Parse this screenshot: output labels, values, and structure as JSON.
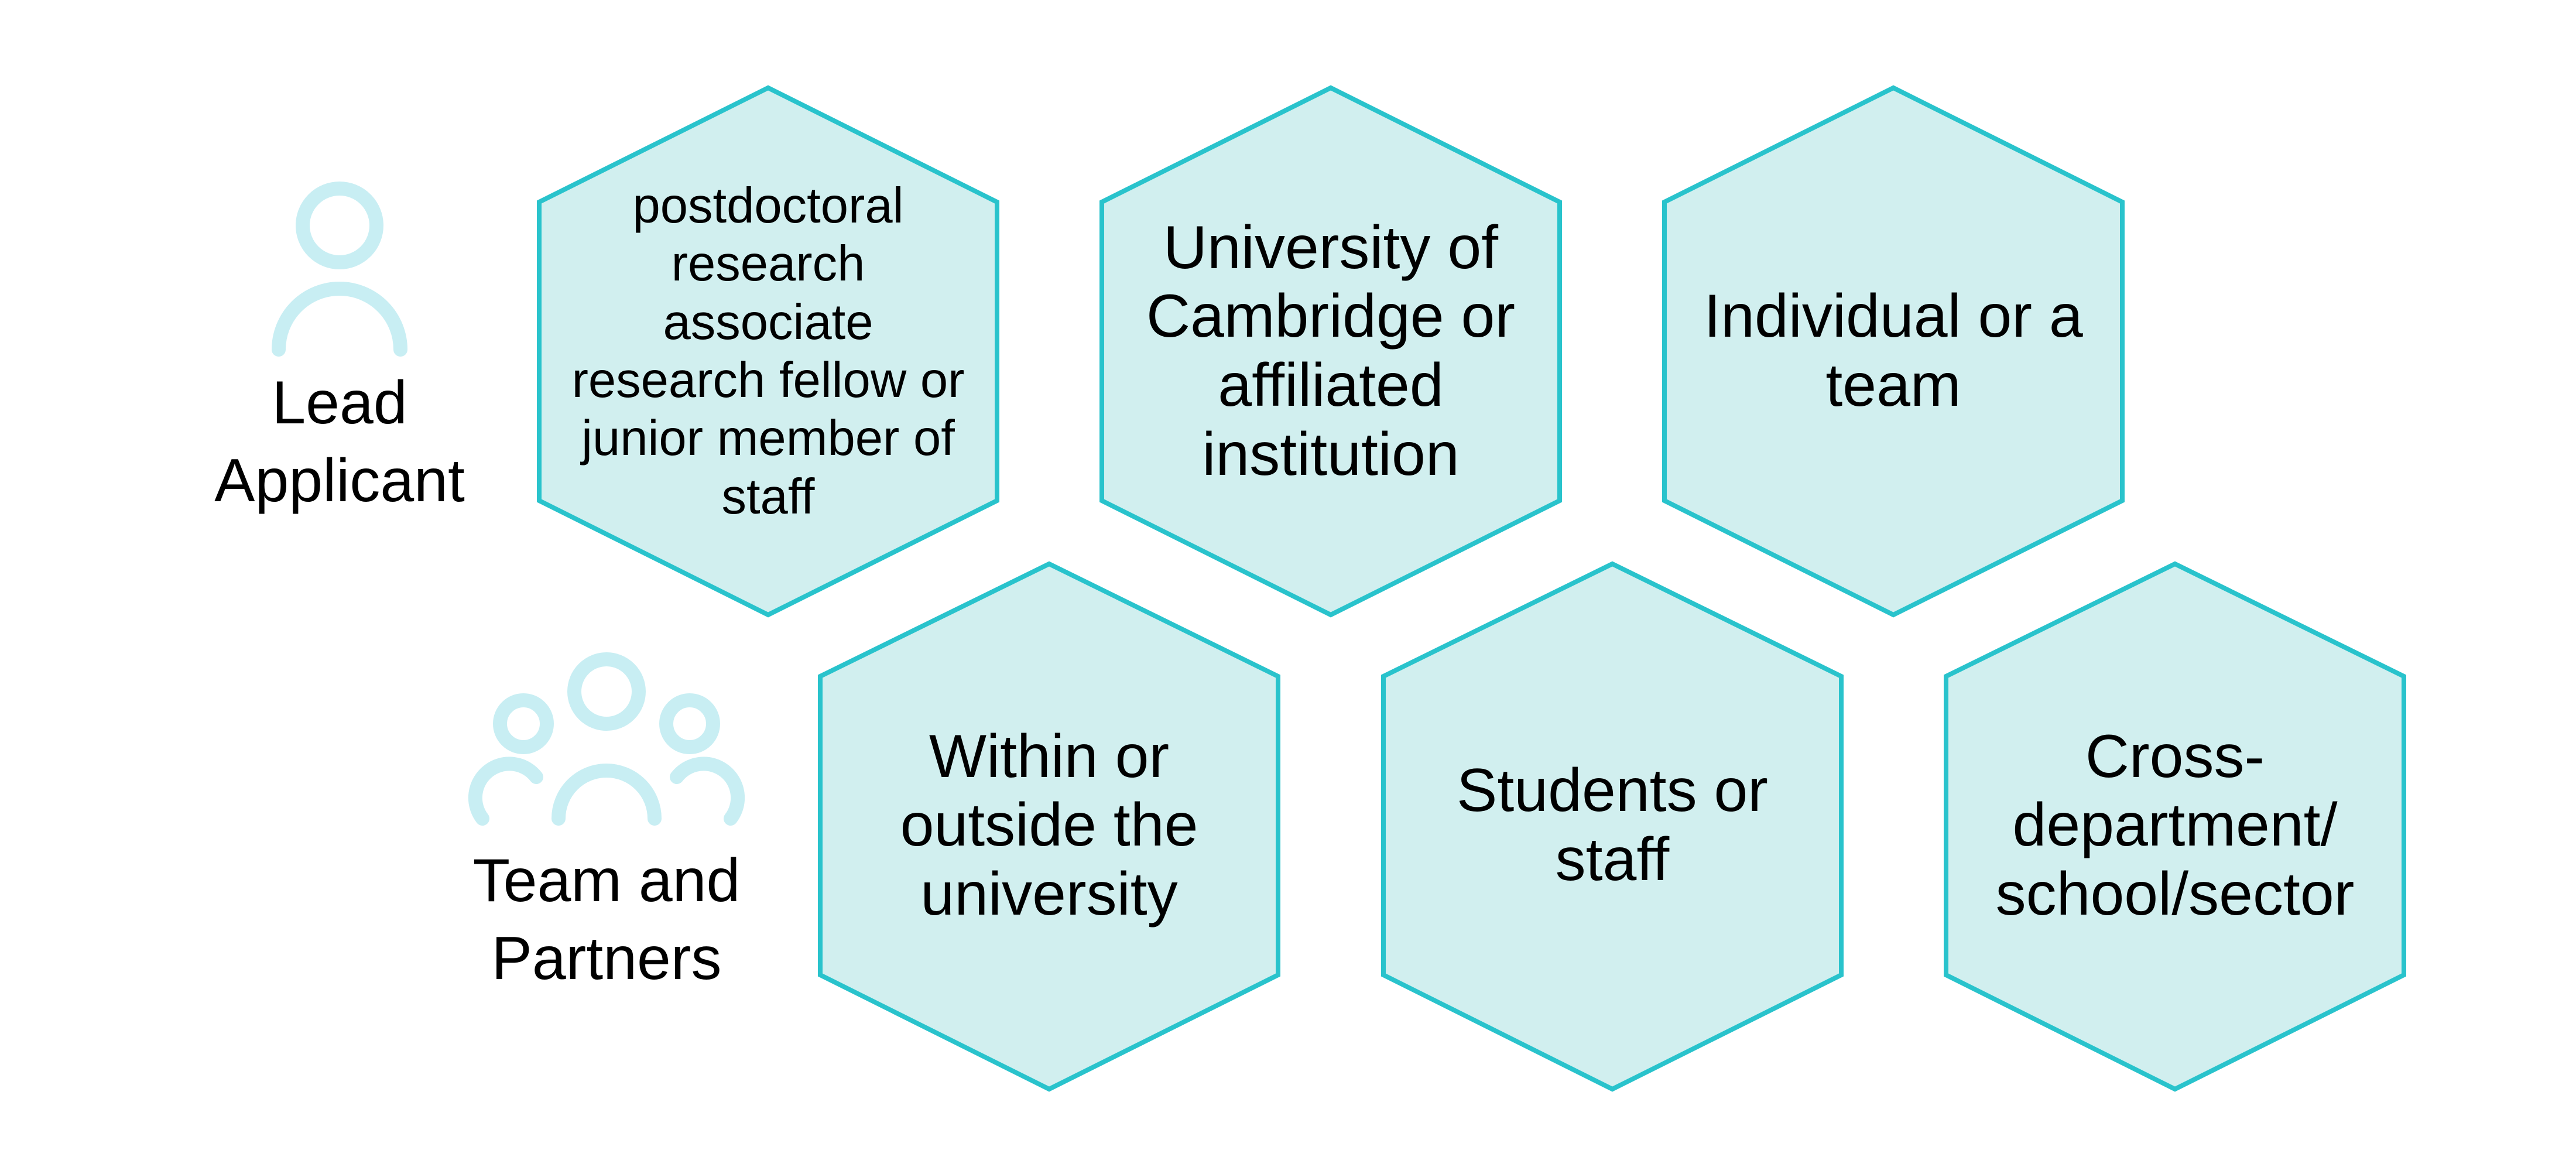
{
  "colors": {
    "hex_fill": "#d1efef",
    "hex_stroke": "#29c3cc",
    "icon_stroke": "#c8eef3",
    "text": "#000000"
  },
  "lead_applicant": {
    "icon": "person-icon",
    "label": "Lead\nApplicant",
    "hexagons": [
      {
        "text": "postdoctoral\nresearch\nassociate\nresearch fellow or\njunior member of\nstaff"
      },
      {
        "text": "University of\nCambridge or\naffiliated\ninstitution"
      },
      {
        "text": "Individual or a\nteam"
      }
    ]
  },
  "team_and_partners": {
    "icon": "team-icon",
    "label": "Team and\nPartners",
    "hexagons": [
      {
        "text": "Within or\noutside the\nuniversity"
      },
      {
        "text": "Students or\nstaff"
      },
      {
        "text": "Cross-\ndepartment/\nschool/sector"
      }
    ]
  }
}
